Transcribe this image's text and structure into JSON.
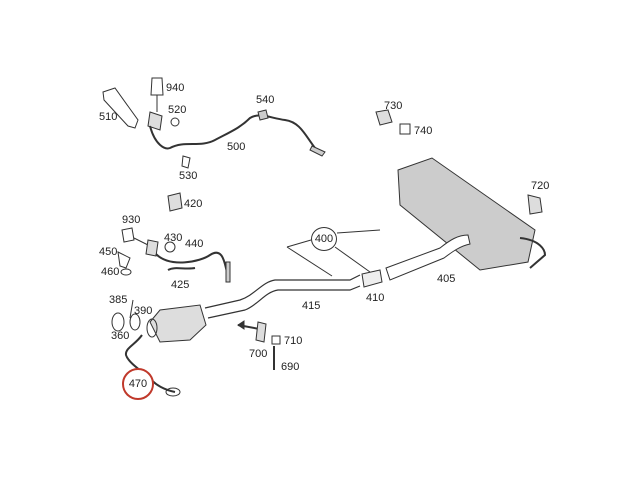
{
  "diagram": {
    "highlight_color": "#c0392b",
    "line_color": "#333333",
    "labels": {
      "p940": "940",
      "p520": "520",
      "p510": "510",
      "p540": "540",
      "p500": "500",
      "p530": "530",
      "p730": "730",
      "p740": "740",
      "p720": "720",
      "p420": "420",
      "p930": "930",
      "p430": "430",
      "p440": "440",
      "p450": "450",
      "p460": "460",
      "p425": "425",
      "p400": "400",
      "p405": "405",
      "p410": "410",
      "p415": "415",
      "p385": "385",
      "p390": "390",
      "p360": "360",
      "p700": "700",
      "p710": "710",
      "p690": "690",
      "p470": "470"
    },
    "highlighted_part": "470"
  }
}
